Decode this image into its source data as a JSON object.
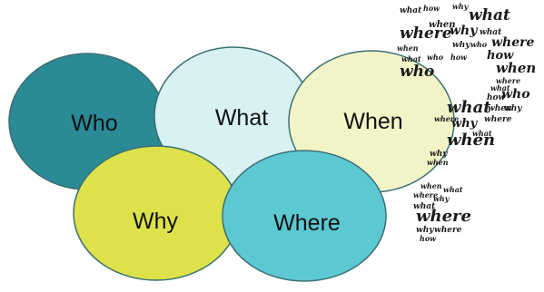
{
  "diagram": {
    "bubbles": [
      {
        "id": "who",
        "label": "Who",
        "fill": "#2a8a96"
      },
      {
        "id": "what",
        "label": "What",
        "fill": "#d8f1f3"
      },
      {
        "id": "when",
        "label": "When",
        "fill": "#f2f4c8"
      },
      {
        "id": "why",
        "label": "Why",
        "fill": "#dde24a"
      },
      {
        "id": "where",
        "label": "Where",
        "fill": "#5cc8d2"
      }
    ]
  },
  "word_cloud": {
    "upper_words": [
      "what",
      "how",
      "why",
      "what",
      "when",
      "where",
      "why",
      "what",
      "where",
      "when",
      "why",
      "who",
      "how",
      "what",
      "who",
      "how",
      "when",
      "who",
      "where",
      "what",
      "how",
      "who",
      "when",
      "why",
      "where",
      "what",
      "why",
      "when",
      "where",
      "what",
      "why",
      "when"
    ],
    "lower_words": [
      "when",
      "what",
      "where",
      "why",
      "what",
      "where",
      "why",
      "where",
      "how"
    ]
  }
}
